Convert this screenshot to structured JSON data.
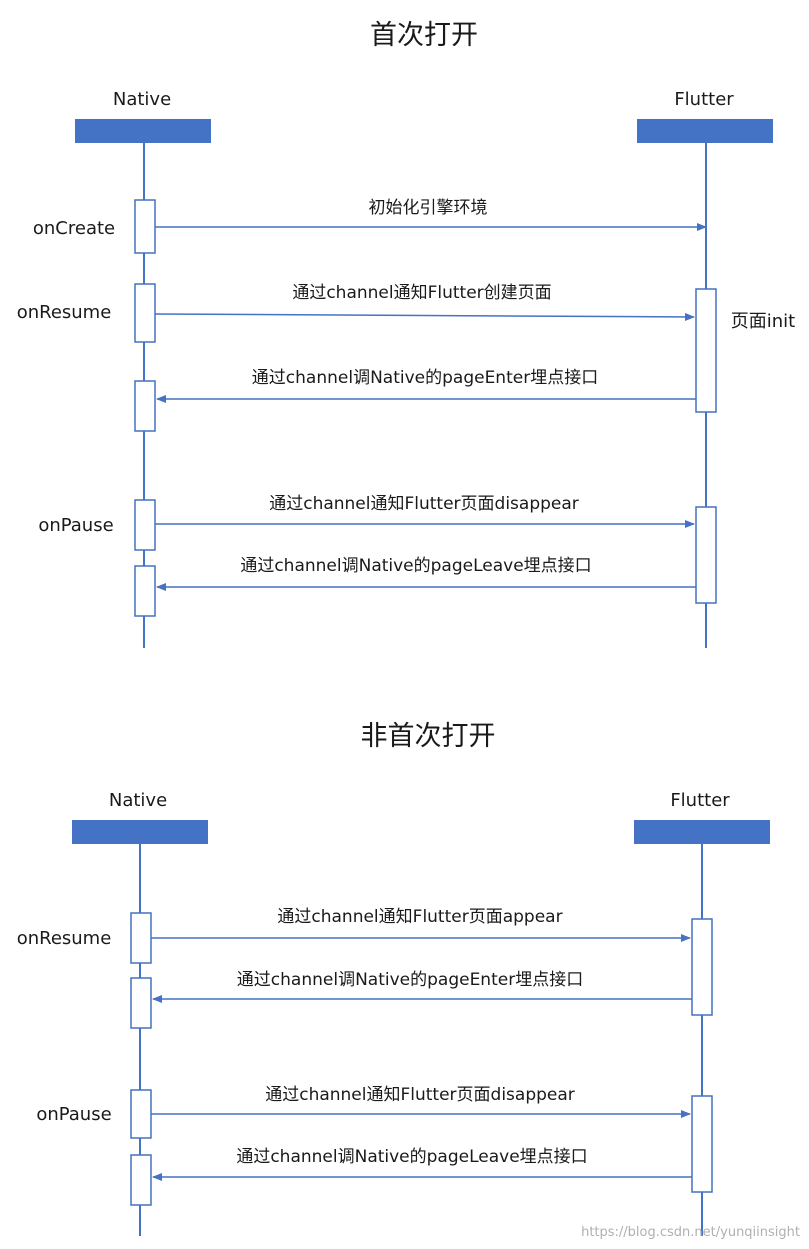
{
  "colors": {
    "line": "#4472c4",
    "header": "#4472c4",
    "text": "#1a1a1a",
    "watermark": "#b0b0b0"
  },
  "diagrams": [
    {
      "title": "首次打开",
      "actors": [
        "Native",
        "Flutter"
      ],
      "labels": [
        "onCreate",
        "onResume",
        "onPause"
      ],
      "flutter_note": "页面init",
      "messages": [
        {
          "text": "初始化引擎环境",
          "direction": "native-to-flutter"
        },
        {
          "text": "通过channel通知Flutter创建页面",
          "direction": "native-to-flutter"
        },
        {
          "text": "通过channel调Native的pageEnter埋点接口",
          "direction": "flutter-to-native"
        },
        {
          "text": "通过channel通知Flutter页面disappear",
          "direction": "native-to-flutter"
        },
        {
          "text": "通过channel调Native的pageLeave埋点接口",
          "direction": "flutter-to-native"
        }
      ]
    },
    {
      "title": "非首次打开",
      "actors": [
        "Native",
        "Flutter"
      ],
      "labels": [
        "onResume",
        "onPause"
      ],
      "messages": [
        {
          "text": "通过channel通知Flutter页面appear",
          "direction": "native-to-flutter"
        },
        {
          "text": "通过channel调Native的pageEnter埋点接口",
          "direction": "flutter-to-native"
        },
        {
          "text": "通过channel通知Flutter页面disappear",
          "direction": "native-to-flutter"
        },
        {
          "text": "通过channel调Native的pageLeave埋点接口",
          "direction": "flutter-to-native"
        }
      ]
    }
  ],
  "watermark": "https://blog.csdn.net/yunqiinsight"
}
